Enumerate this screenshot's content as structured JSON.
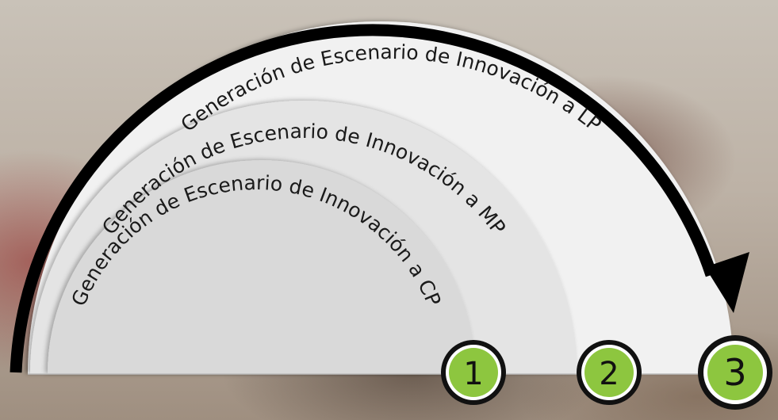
{
  "stages": [
    {
      "number": "1",
      "label": "Generación de Escenario de Innovación a CP"
    },
    {
      "number": "2",
      "label": "Generación de Escenario de Innovación a MP"
    },
    {
      "number": "3",
      "label": "Generación de Escenario de Innovación a LP"
    }
  ],
  "colors": {
    "badge_fill": "#8dc63f",
    "badge_ring": "#111111",
    "badge_inner_ring": "#ffffff",
    "arrow": "#000000",
    "arc_outer": "#f1f1f1",
    "arc_middle": "#e4e4e4",
    "arc_inner": "#d9d9d9"
  }
}
